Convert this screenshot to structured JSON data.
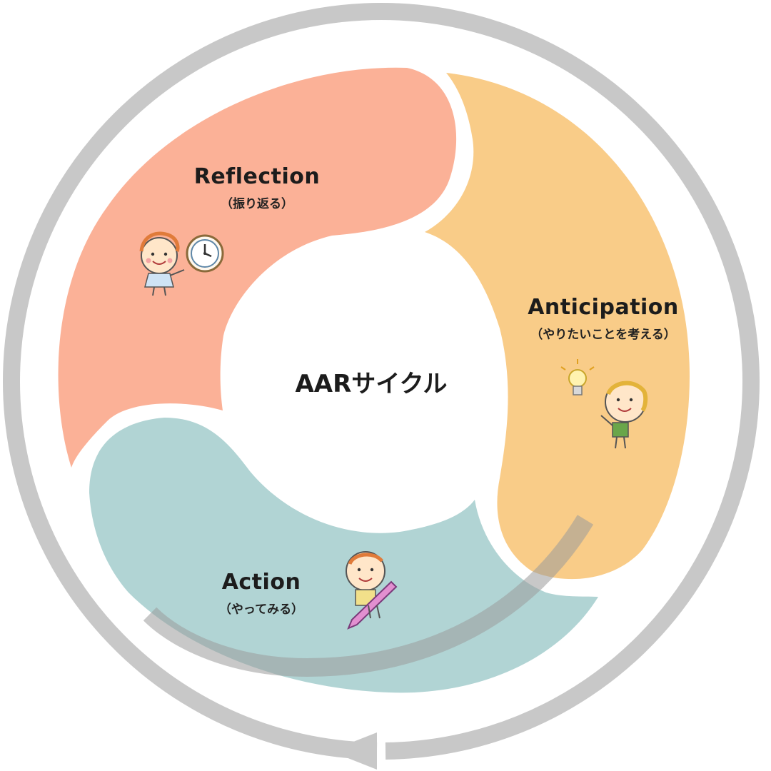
{
  "center": {
    "title": "AARサイクル"
  },
  "stages": {
    "reflection": {
      "title": "Reflection",
      "subtitle": "（振り返る）",
      "color": "#fbb197"
    },
    "anticipation": {
      "title": "Anticipation",
      "subtitle": "（やりたいことを考える）",
      "color": "#f9cc88"
    },
    "action": {
      "title": "Action",
      "subtitle": "（やってみる）",
      "color": "#b1d4d4"
    }
  },
  "arrow": {
    "color": "#c8c8c8"
  },
  "icons": {
    "reflection": "girl-with-clock-icon",
    "anticipation": "boy-with-lightbulb-icon",
    "action": "boy-with-pencil-icon"
  }
}
